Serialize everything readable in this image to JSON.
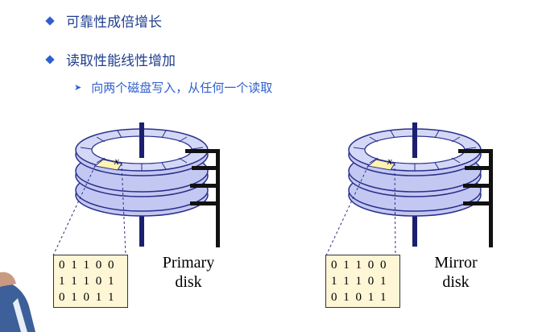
{
  "bullets": [
    {
      "text": "可靠性成倍增长"
    },
    {
      "text": "读取性能线性增加"
    }
  ],
  "sub_bullet": {
    "text": "向两个磁盘写入，从任何一个读取"
  },
  "sector_label": "x",
  "disks": [
    {
      "label_line1": "Primary",
      "label_line2": "disk",
      "bits": [
        "0 1 1 0 0",
        "1 1 1 0 1",
        "0 1 0 1 1"
      ]
    },
    {
      "label_line1": "Mirror",
      "label_line2": "disk",
      "bits": [
        "0 1 1 0 0",
        "1 1 1 0 1",
        "0 1 0 1 1"
      ]
    }
  ],
  "colors": {
    "platter_fill": "#c3c8f2",
    "platter_stroke": "#2a2f8a",
    "highlight": "#fff3b0",
    "bullet": "#2f5fcf"
  }
}
